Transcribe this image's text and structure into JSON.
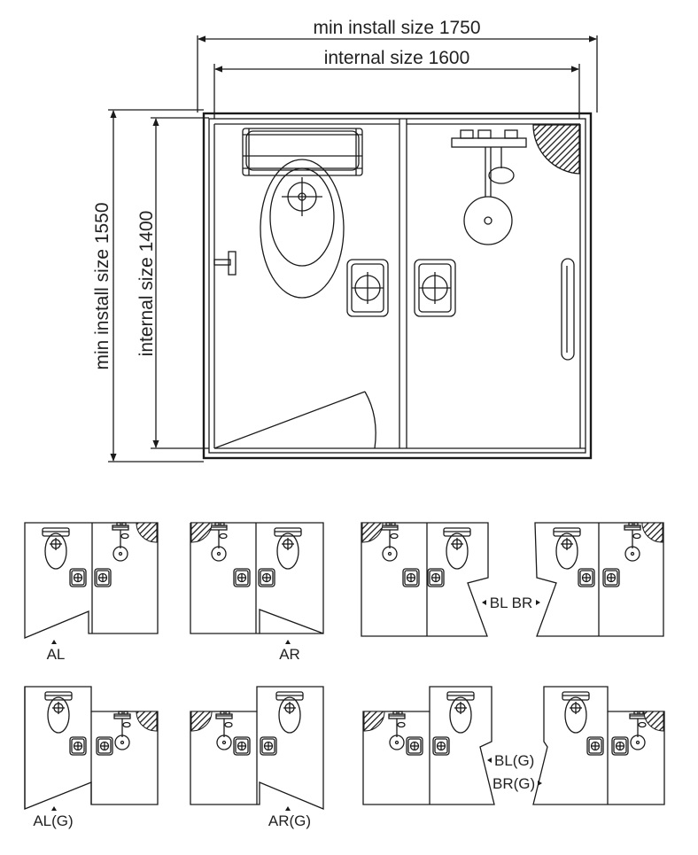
{
  "dimensions": {
    "min_install_width": "min install size 1750",
    "internal_width": "internal size 1600",
    "min_install_height": "min install size 1550",
    "internal_height": "internal size 1400"
  },
  "variants": {
    "al": "AL",
    "ar": "AR",
    "bl_br": "BL BR",
    "al_g": "AL(G)",
    "ar_g": "AR(G)",
    "bl_g": "BL(G)",
    "br_g": "BR(G)"
  },
  "colors": {
    "line": "#1a1a1a",
    "hatch": "#1a1a1a",
    "background": "#ffffff"
  },
  "icons": [
    "toilet-icon",
    "washbasin-icon",
    "shower-mixer-icon",
    "corner-shelf-icon",
    "grab-bar-icon",
    "toilet-roll-holder-icon",
    "door-swing-icon"
  ]
}
